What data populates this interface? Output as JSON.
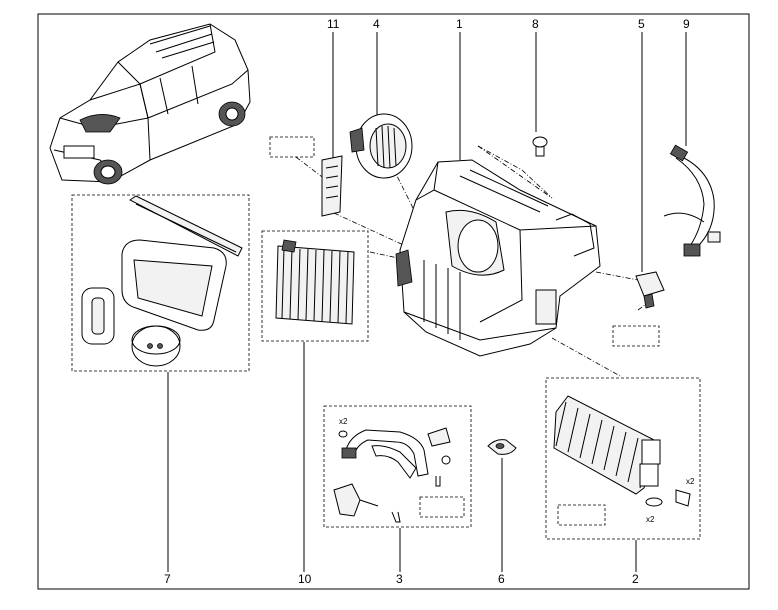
{
  "labels": [
    {
      "id": "part-11",
      "text": "11"
    },
    {
      "id": "part-4",
      "text": "4"
    },
    {
      "id": "part-1",
      "text": "1"
    },
    {
      "id": "part-8",
      "text": "8"
    },
    {
      "id": "part-5",
      "text": "5"
    },
    {
      "id": "part-9",
      "text": "9"
    },
    {
      "id": "part-7",
      "text": "7"
    },
    {
      "id": "part-10",
      "text": "10"
    },
    {
      "id": "part-3",
      "text": "3"
    },
    {
      "id": "part-6",
      "text": "6"
    },
    {
      "id": "part-2",
      "text": "2"
    }
  ],
  "qty": {
    "pipe_clip": "x2",
    "radiator_screw": "x2",
    "radiator_seal": "x2"
  }
}
